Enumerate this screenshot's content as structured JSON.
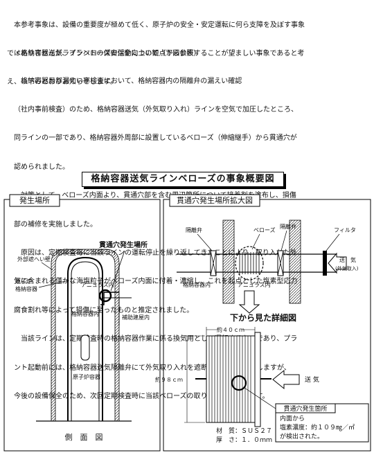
{
  "intro": [
    "　本参考事象は、設備の重要度が極めて低く、原子炉の安全・安定運転に何ら支障を及ぼす事象",
    "ではありませんが、プラントの保安活動向上の観点から公表することが望ましい事象であると考",
    "え、以下のとおりお知らせします。"
  ],
  "bullet_heading": "・格納容器送気ラインベローズの保全について（下図参照）",
  "body": [
    "　格納容器局部漏えい率検査において、格納容器内の隔離弁の漏えい確認",
    "（社内事前検査）のため、格納容器送気（外気取り入れ）ラインを空気で加圧したところ、",
    "同ラインの一部であり、格納容器外周部に設置しているベローズ（伸縮継手）から貫通穴が",
    "認められました。",
    "　対策として、ベローズ内面より、貫通穴部を含む周辺箇所について接着剤を塗布し、損傷",
    "部の補修を実施しました。",
    "　原因は、定期検査毎に当該ラインの運転停止を繰り返してきたことにより、取り入れた外",
    "気に含まれる僅かな海塩粒子がベローズ内面に付着・濃縮し、これを起点とした塩素型応力",
    "腐食割れ等によって損傷に至ったものと推定されました。",
    "　当該ラインは、定期検査時の格納容器作業に係る換気用として運転するものであり、プラ",
    "ント起動前には、格納容器送気隔離弁にて外気取り入れを遮断し、運転を停止しますが、",
    "今後の設備保全のため、次回定期検査時に当該ベローズの取り替えを計画します。"
  ],
  "diagram_title": "格納容器送気ラインベローズの事象概要図",
  "left_panel": {
    "tab": "発生場所",
    "outer_wall": "外部遮へい壁",
    "vessel_1": "原子炉",
    "vessel_2": "格納容器",
    "annulus": "アニュラス内",
    "containment": "格納容器内",
    "aux_building": "補助建屋内",
    "reactor": "原子炉容器",
    "hole": "貫通穴発生場所",
    "caption": "側　面　図"
  },
  "right_panel": {
    "tab": "貫通穴発生場所拡大図",
    "valve_left": "隔離弁",
    "bellows": "ベローズ",
    "valve_right": "隔離弁",
    "filter": "フィルタ",
    "air_1": "送　気",
    "air_2": "(外気取入)",
    "containment": "格納容器内",
    "annulus": "アニュラス内",
    "subtitle": "下から見た詳細図",
    "width_dim": "約４０ｃｍ",
    "height_dim": "約９８ｃｍ",
    "air_detail": "送 気",
    "material_label": "材　質",
    "material_value": "：ＳＵＳ２７",
    "thickness_label": "厚　さ",
    "thickness_value": "：１．０ｍｍ",
    "callout_title": "貫通穴発生箇所",
    "callout_1": "内面から",
    "callout_2": "塩素濃度：約１０９㎎／㎡",
    "callout_3": "が検出された。"
  }
}
